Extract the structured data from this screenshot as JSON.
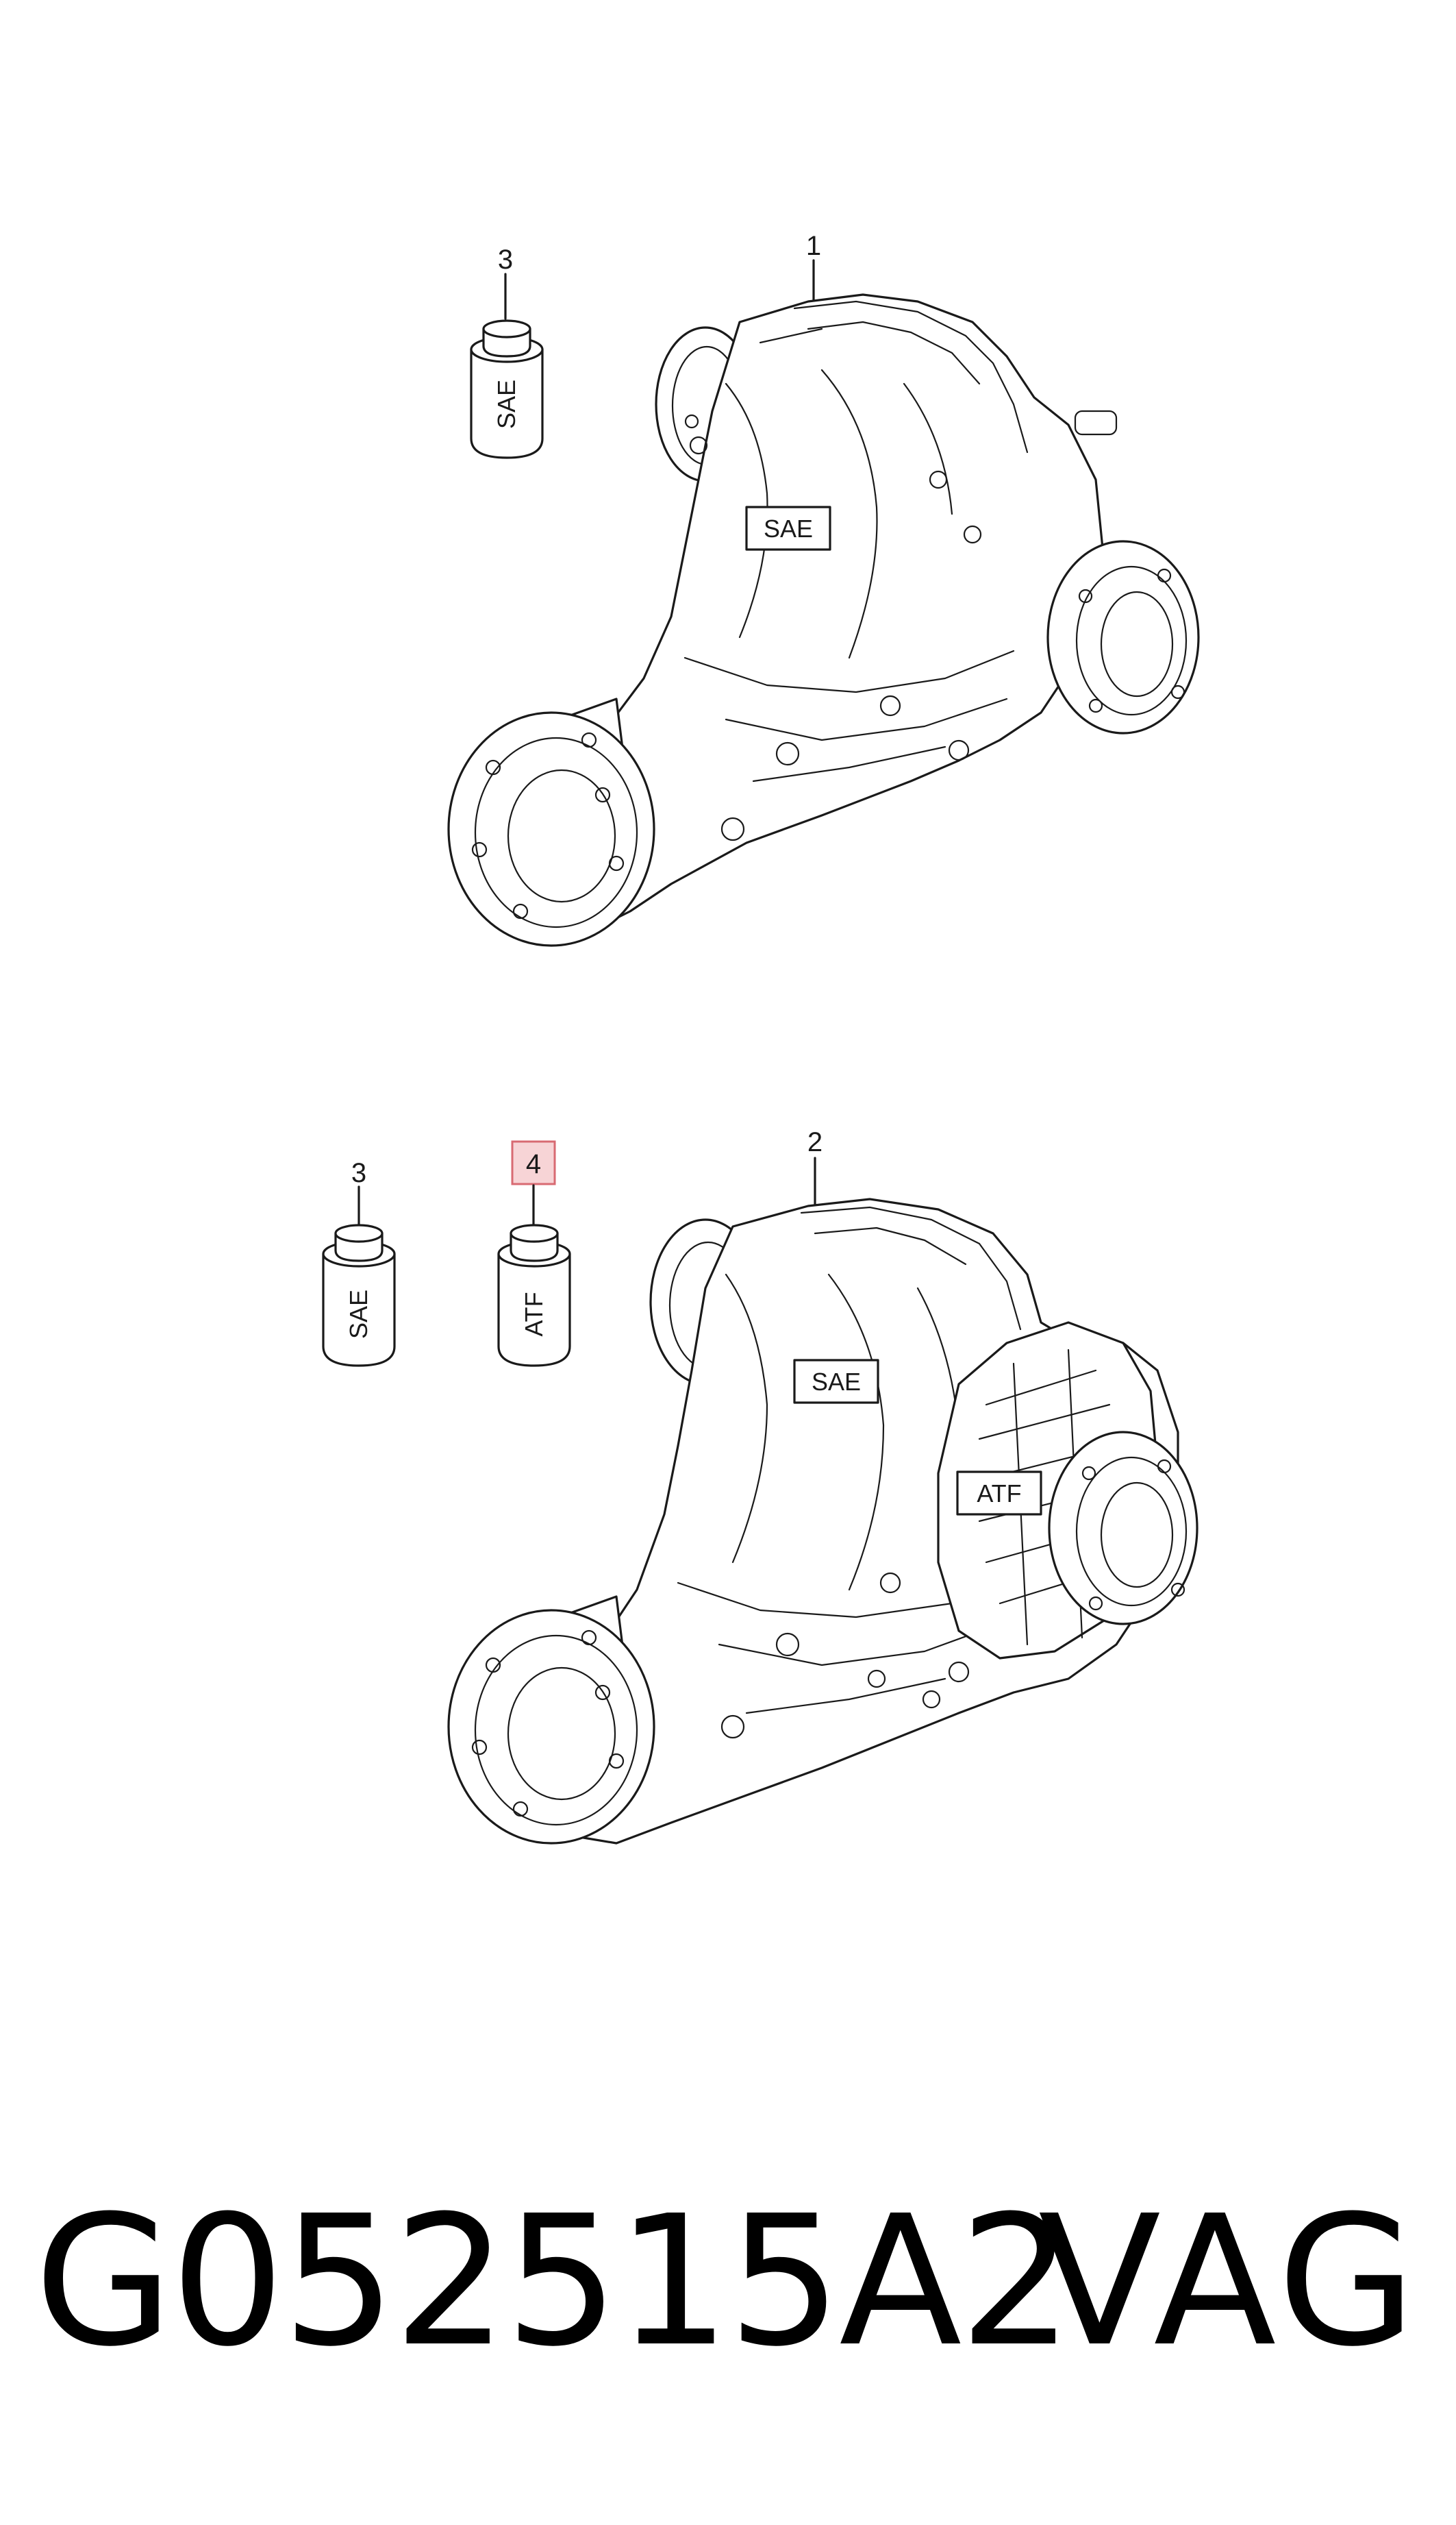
{
  "callouts": {
    "top_unit": "1",
    "top_fluid": "3",
    "bottom_unit": "2",
    "bottom_fluid_sae": "3",
    "bottom_fluid_atf": "4"
  },
  "labels": {
    "sae": "SAE",
    "atf": "ATF"
  },
  "footer": {
    "part_number": "G052515A2",
    "brand": "VAG"
  },
  "colors": {
    "line": "#1a1a1a",
    "highlight_fill": "#f7d4d6",
    "highlight_stroke": "#d86a72"
  }
}
